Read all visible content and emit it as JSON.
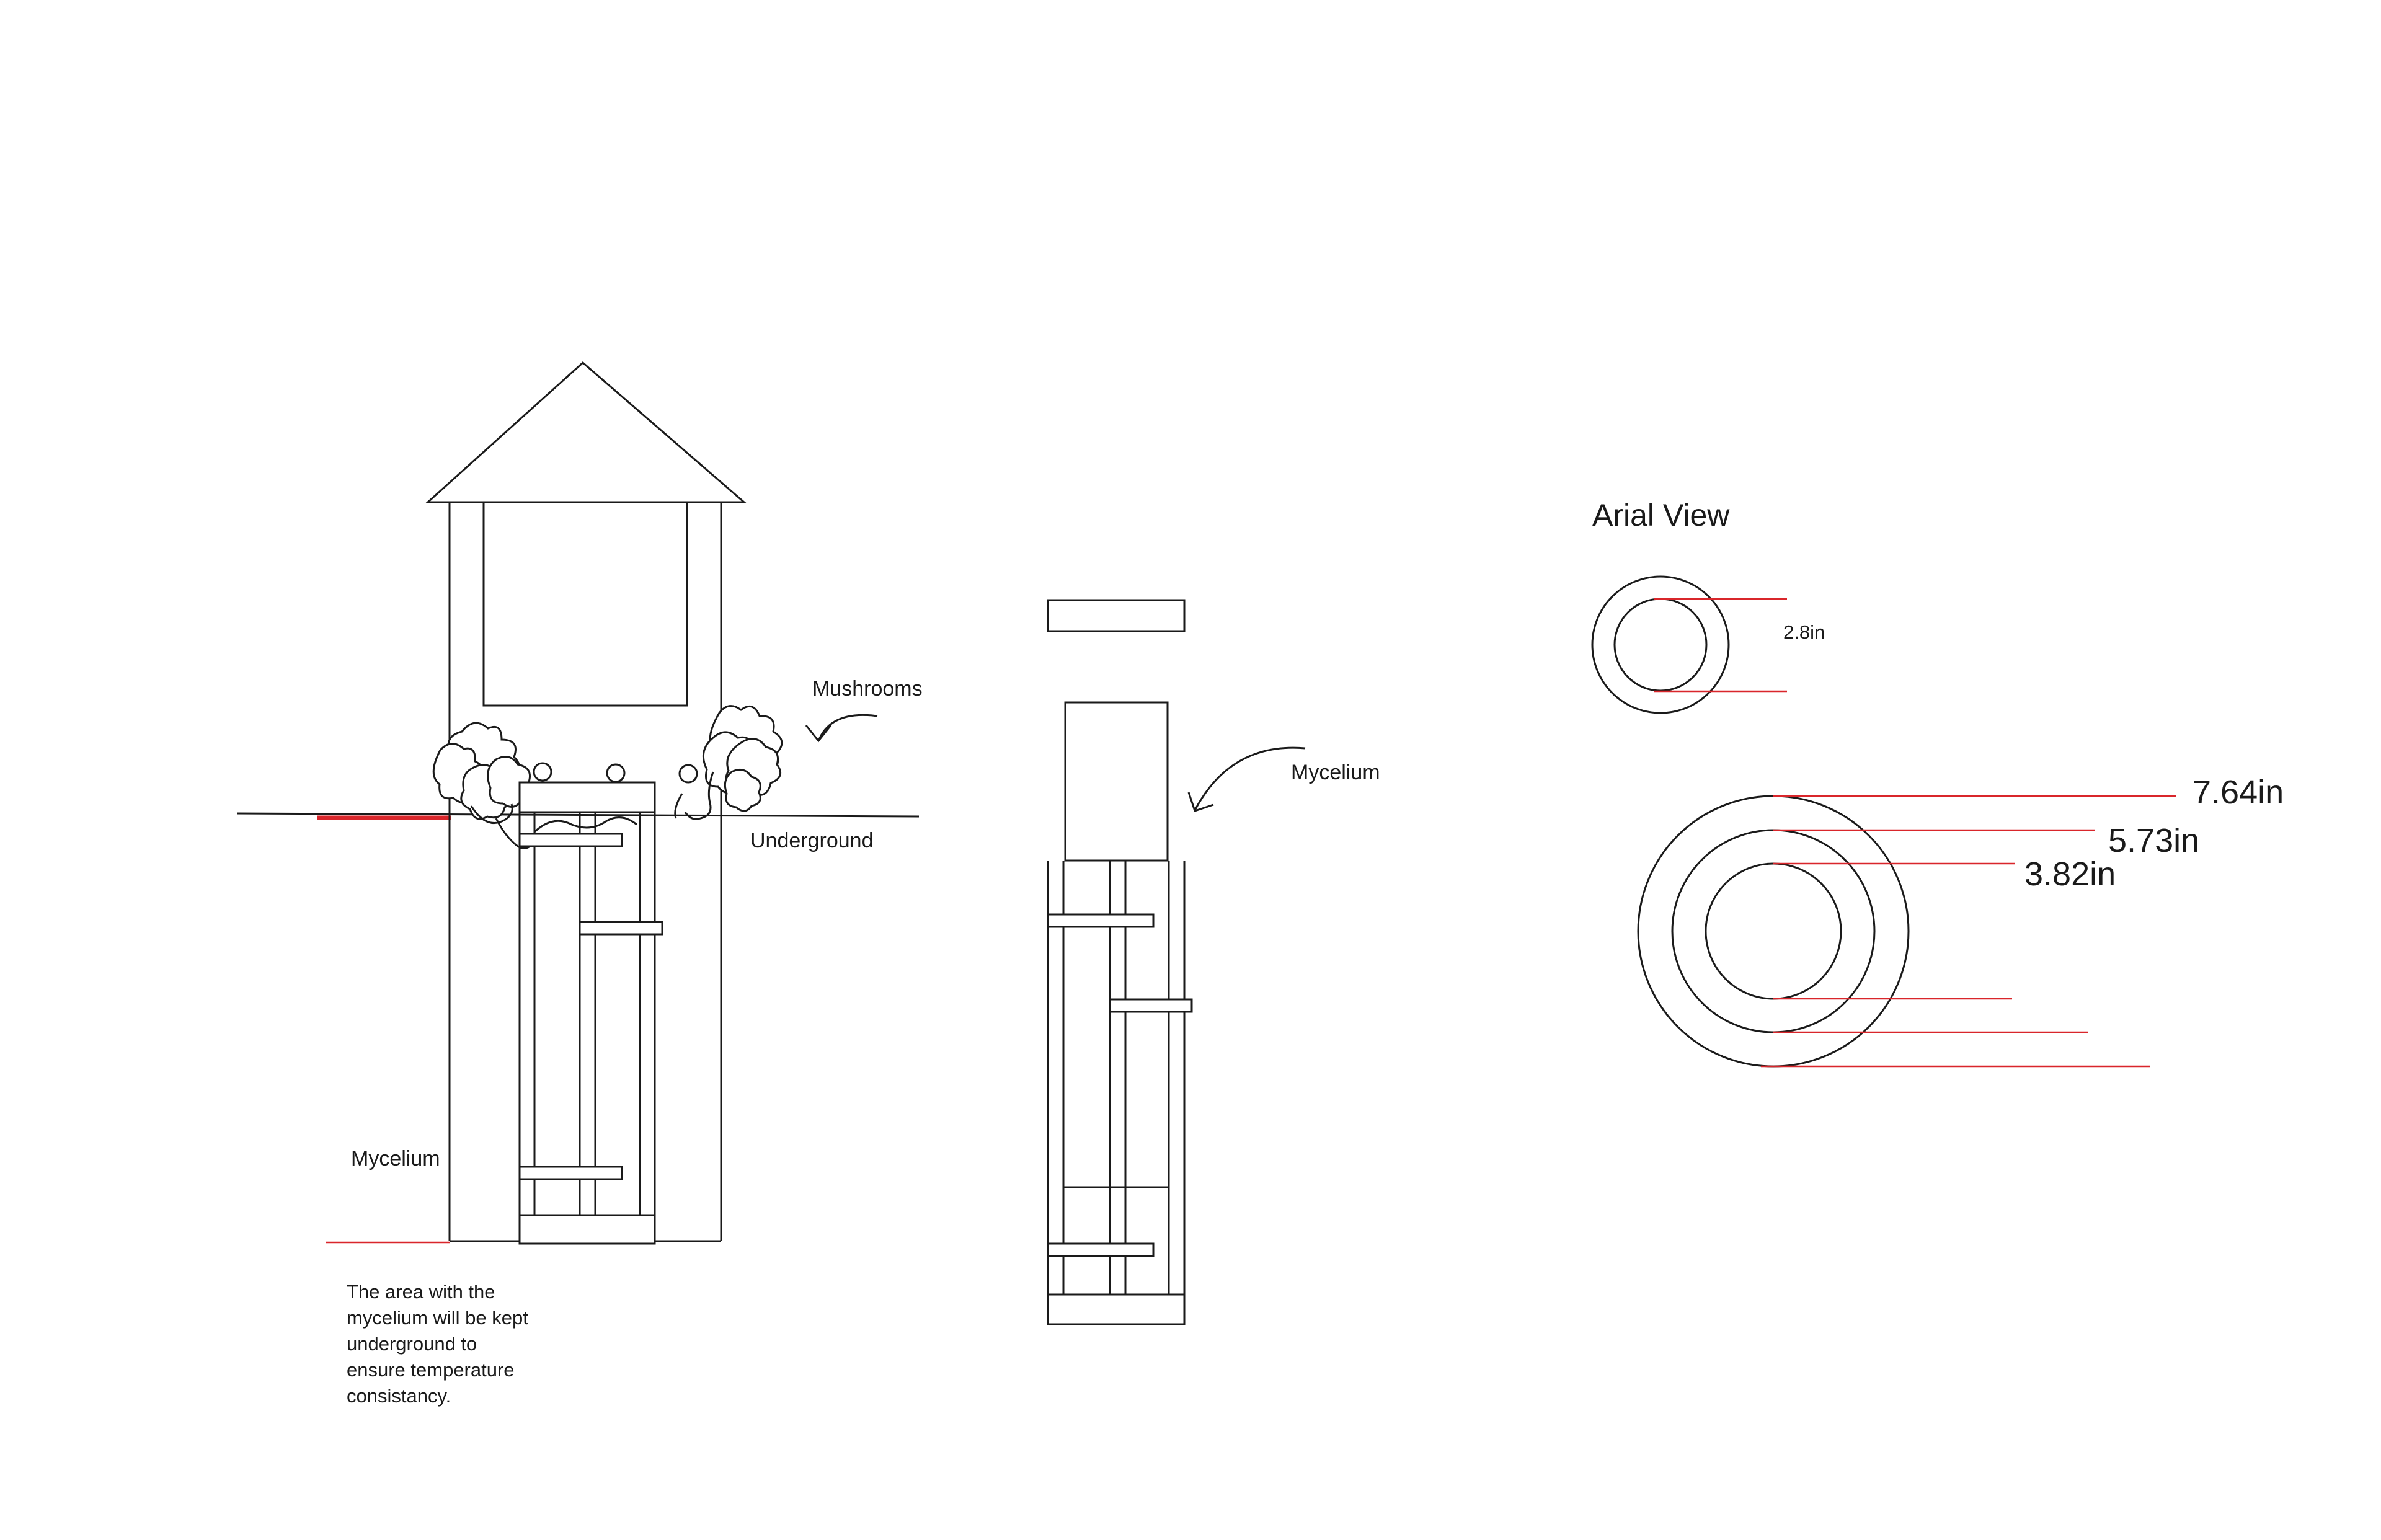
{
  "colors": {
    "ink": "#1a1a1a",
    "dimension_red": "#d9262b",
    "background": "#ffffff"
  },
  "side_view": {
    "mushrooms_label": "Mushrooms",
    "underground_label": "Underground",
    "mycelium_label": "Mycelium",
    "note_lines": [
      "The area with the",
      "mycelium will be kept",
      "underground to",
      "ensure temperature",
      "consistancy."
    ]
  },
  "section_view": {
    "mycelium_label": "Mycelium"
  },
  "arial_view": {
    "title": "Arial View",
    "small_diameter": "2.8in",
    "dimensions": {
      "outer": "7.64in",
      "middle": "5.73in",
      "inner": "3.82in"
    }
  }
}
